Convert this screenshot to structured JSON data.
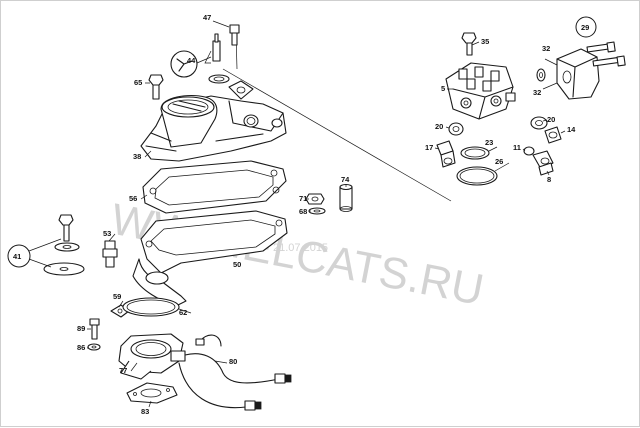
{
  "watermark": {
    "text": "WWW.ELCATS.RU",
    "date": "21.07.2015"
  },
  "callouts": [
    {
      "id": "47",
      "label": "47"
    },
    {
      "id": "44",
      "label": "44"
    },
    {
      "id": "65",
      "label": "65"
    },
    {
      "id": "38",
      "label": "38"
    },
    {
      "id": "56",
      "label": "56"
    },
    {
      "id": "50",
      "label": "50"
    },
    {
      "id": "41",
      "label": "41"
    },
    {
      "id": "53",
      "label": "53"
    },
    {
      "id": "59",
      "label": "59"
    },
    {
      "id": "62",
      "label": "62"
    },
    {
      "id": "89",
      "label": "89"
    },
    {
      "id": "86",
      "label": "86"
    },
    {
      "id": "77",
      "label": "77"
    },
    {
      "id": "83",
      "label": "83"
    },
    {
      "id": "80",
      "label": "80"
    },
    {
      "id": "71",
      "label": "71"
    },
    {
      "id": "68",
      "label": "68"
    },
    {
      "id": "74",
      "label": "74"
    },
    {
      "id": "35",
      "label": "35"
    },
    {
      "id": "5",
      "label": "5"
    },
    {
      "id": "20a",
      "label": "20"
    },
    {
      "id": "17",
      "label": "17"
    },
    {
      "id": "23",
      "label": "23"
    },
    {
      "id": "26",
      "label": "26"
    },
    {
      "id": "11",
      "label": "11"
    },
    {
      "id": "20b",
      "label": "20"
    },
    {
      "id": "14",
      "label": "14"
    },
    {
      "id": "8",
      "label": "8"
    },
    {
      "id": "29",
      "label": "29"
    },
    {
      "id": "32a",
      "label": "32"
    },
    {
      "id": "32b",
      "label": "32"
    }
  ]
}
